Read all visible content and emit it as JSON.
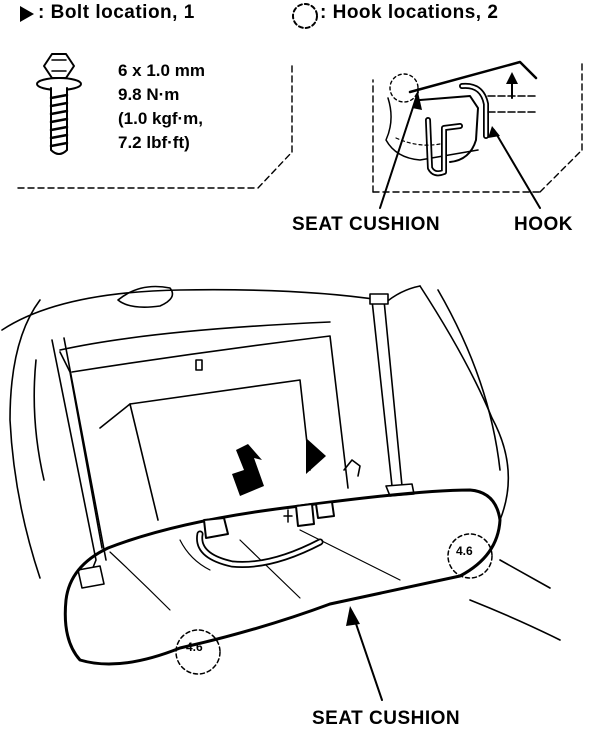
{
  "legend": {
    "bolt_label": ": Bolt location, 1",
    "hook_label": ": Hook locations, 2"
  },
  "bolt_spec": {
    "size": "6 x 1.0 mm",
    "torque_nm": "9.8 N·m",
    "torque_kgfm": "(1.0 kgf·m,",
    "torque_lbfft": "7.2 lbf·ft)"
  },
  "detail": {
    "seat_cushion_label": "SEAT CUSHION",
    "hook_label": "HOOK"
  },
  "main": {
    "seat_cushion_label": "SEAT CUSHION",
    "hook_marks": [
      "4.6",
      "4.6"
    ]
  }
}
